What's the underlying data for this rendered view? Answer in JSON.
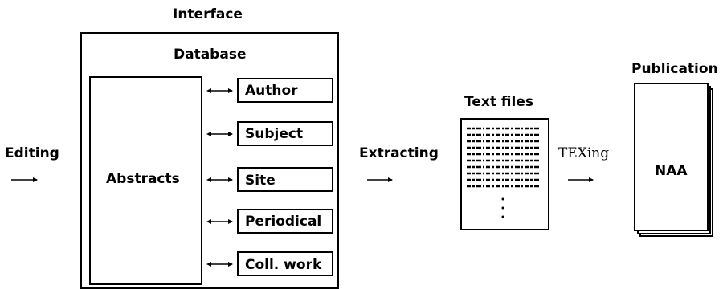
{
  "interface_label": "Interface",
  "database_label": "Database",
  "editing_label": "Editing",
  "abstracts_label": "Abstracts",
  "fields": [
    "Author",
    "Subject",
    "Site",
    "Periodical",
    "Coll. work"
  ],
  "extracting_label": "Extracting",
  "text_files_label": "Text files",
  "texing_label": "TEXing",
  "publication_label": "Publication",
  "naa_label": "NAA"
}
